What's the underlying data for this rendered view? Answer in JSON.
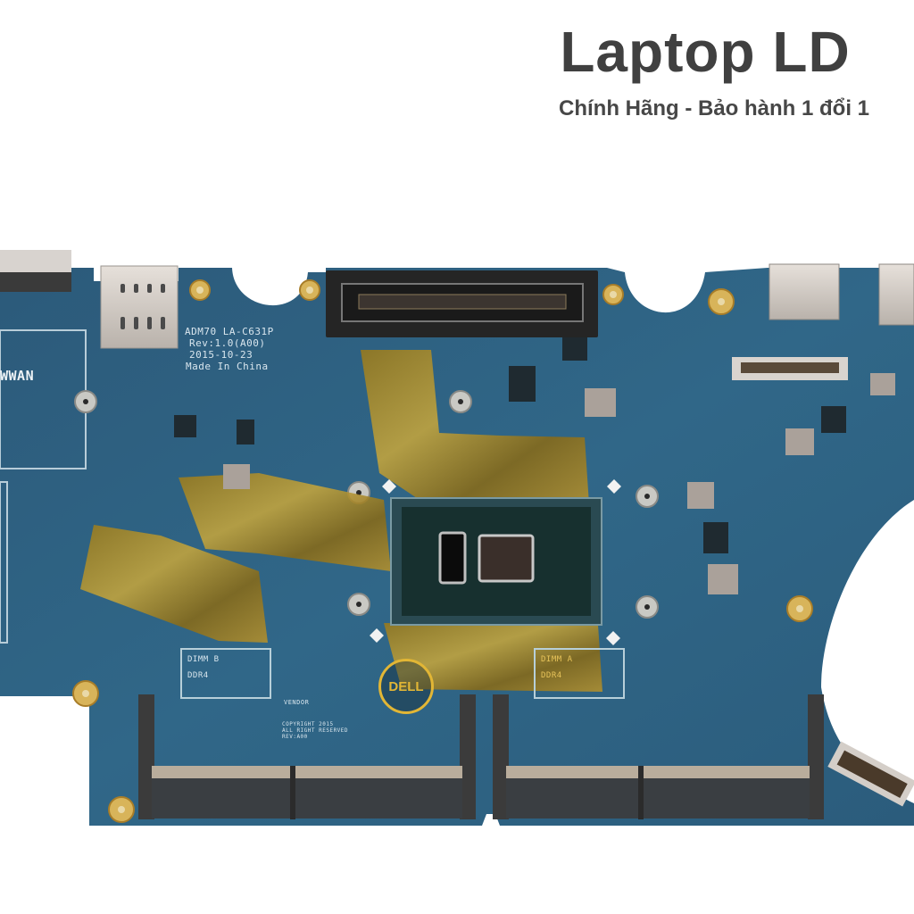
{
  "overlay": {
    "brand_title": "Laptop LD",
    "brand_subtitle": "Chính Hãng - Bảo hành 1 đổi 1",
    "text_color": "#404040"
  },
  "board": {
    "pcb_color": "#2f6488",
    "kapton_tape_color": "#b58f22",
    "silkscreen": {
      "model": "ADM70 LA-C631P",
      "revision": "Rev:1.0(A00)",
      "date": "2015-10-23",
      "origin": "Made In China",
      "wwan_label": "WWAN",
      "dimm_b_label": "DIMM B",
      "dimm_b_type": "DDR4",
      "dimm_a_label": "DIMM A",
      "dimm_a_type": "DDR4",
      "vendor_label": "VENDOR",
      "copyright_line1": "COPYRIGHT 2015",
      "copyright_line2": "ALL RIGHT RESERVED",
      "rev_line": "REV:A00"
    },
    "logo_text": "DELL",
    "components": [
      "sim-card-slot",
      "display-connector",
      "cpu",
      "hdmi-port",
      "usb-port",
      "dimm-slot-b",
      "dimm-slot-a",
      "battery-connector"
    ]
  }
}
